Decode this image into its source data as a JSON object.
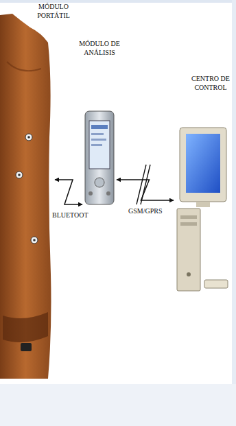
{
  "diagram": {
    "nodes": [
      {
        "text": [
          "MÓDULO PORTÁTIL"
        ]
      },
      {
        "text": [
          "MÓDULO DE ANÁLISIS"
        ]
      },
      {
        "text": [
          "CENTRO DE CONTROL"
        ]
      }
    ],
    "edges": [
      {
        "from": 0,
        "to": 1,
        "label": "BLUETOOT",
        "arrow": "both"
      },
      {
        "from": 1,
        "to": 2,
        "label": "GSM/GPRS",
        "arrow": "both"
      }
    ]
  }
}
